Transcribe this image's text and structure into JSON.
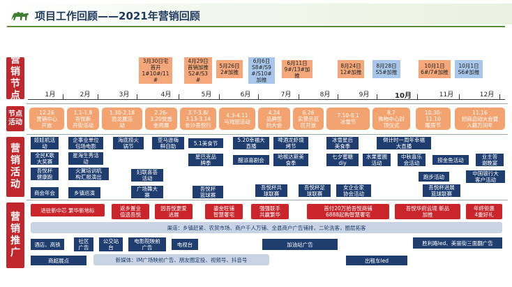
{
  "header": {
    "title": "项目工作回顾——2021年营销回顾"
  },
  "sections": {
    "nodes": "营\n销\n节\n点",
    "node_activity": "节点\n活动",
    "activity": "营\n销\n活\n动",
    "promotion": "营\n销\n推\n广"
  },
  "timeline": {
    "months": [
      "1月",
      "2月",
      "3月",
      "4月",
      "5月",
      "6月",
      "7月",
      "8月",
      "9月",
      "10月",
      "11月",
      "12月"
    ]
  },
  "milestones": [
    {
      "text": "3月30日宅\n首开\n1#10#/11\n#",
      "color": "peach"
    },
    {
      "text": "4月29日\n首销加推\nS2#/S3\n#",
      "color": "peach"
    },
    {
      "text": "5月26日\n2#加推",
      "color": "peach"
    },
    {
      "text": "6月6日\nS8#/S9\n#/S10#\n加推",
      "color": "blue"
    },
    {
      "text": "6月11日\n9#/13#加\n推",
      "color": "peach"
    },
    {
      "text": "8月24日\n12#加推",
      "color": "peach"
    },
    {
      "text": "8月28日\nS5#加推",
      "color": "blue"
    },
    {
      "text": "10月1日\n6#/7#加推",
      "color": "peach"
    },
    {
      "text": "10月1日\nS6#加推",
      "color": "blue"
    }
  ],
  "node_activities": [
    "12.26\n营销中心\n开放",
    "1.1-1.8\n吾悦新\n开街活动",
    "1.30-2.18\n恐龙展活\n动",
    "2.26-\n3.20党恩\n金鸡展",
    "3.7-3.8/\n3.13-3.14\n长沙吾悦行",
    "4.3-4.11\n马戏团活动",
    "4.24\n品牌签\n约大会",
    "6.26\n实景示范\n区开放",
    "7.10-8.1\n冰雪节",
    "8.7\n购物中心封\n顶仪式",
    "10.30-\n11.10\n暖房节",
    "11.16\n招商启动大会暨\n入籍万间年"
  ],
  "activities": [
    "娃娃机活\n动",
    "企事业单位\n包场电影",
    "海底捞火\n锅节",
    "亚马逊嗨\n鲜自助",
    "5.1美食节",
    "5.20幸福大\n直播",
    "啤酒龙虾烧\n烤节",
    "冰雪星后\n美食季",
    "倒计时一周年幸福\n大直播",
    "业主答\n谢晚宴",
    "全民K歌\n大奖赛",
    "星海生秀活\n动",
    "星巴克品\n牌季",
    "醋派喜剧会",
    "哈根达斯美\n食季",
    "七夕蜜糖\ndiy",
    "水果蜜圃\n活动",
    "中秋喜乐\n会活动",
    "捞金鱼活动",
    "中国银行大\n客户活动",
    "吾悦杯\n健康跑",
    "火翼培训机\n构汇报演出",
    "妇联喜荟\n活动",
    "跑步活动",
    "商会年会",
    "乡镇巡演",
    "广场舞大\n赛",
    "吾悦杯\n篮球赛",
    "吾悦杯共\n球联赛",
    "吾悦杯足\n球联赛",
    "女企业家\n协会活动",
    "吾悦杯进展\n篮球联赛"
  ],
  "promotions": {
    "red": [
      "进驻新中芯 繁华新地标",
      "返乡置业\n值选吾悦",
      "因吾悦更爱\n进展",
      "鎏金旺铺\n智慧奢宅",
      "强强联手\n共赢繁华",
      "首付20万拾吾悦商铺\n6888起购智慧奢宅",
      "吾悦华府云境 新品\n加推",
      "年终钜惠\n4重好礼"
    ],
    "bands": [
      "渠道：乡镇赶紧、农贸市场、商户千人万铺、全县商户广告铺排，二轮洗客，圈层拓客",
      "新媒体：IM广场映前广告、朋友圈定投、视频号、抖音号"
    ],
    "navy": [
      "酒店、高铁",
      "社区\n广告",
      "公交站\n台",
      "电影院映前\n广告",
      "电视台",
      "加油站广告",
      "胜利路led、美丽街三面翻广告",
      "商超展点",
      "出租车led"
    ]
  },
  "colors": {
    "red": "#c0282d",
    "navy": "#1f3d6e",
    "orange": "#f2a370",
    "peach": "#f4a77a",
    "blue": "#a9c7ea",
    "green": "#5b8c3a"
  }
}
